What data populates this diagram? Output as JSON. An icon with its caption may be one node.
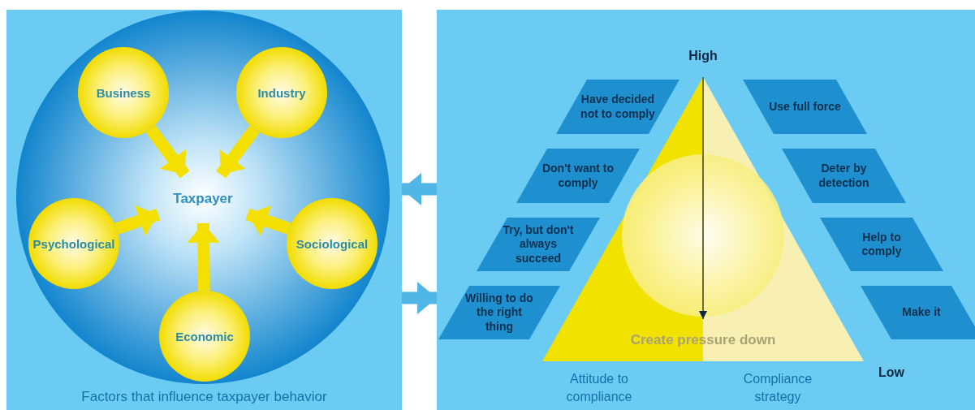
{
  "diagram": {
    "nodes": [
      {
        "text": [
          "Factors that influence taxpayer behavior"
        ]
      },
      {
        "text": [],
        "shape": "circle",
        "in": 0
      },
      {
        "text": [
          "Taxpayer"
        ],
        "in": 1
      },
      {
        "text": [
          "Business"
        ],
        "in": 1
      },
      {
        "text": [
          "Industry"
        ],
        "in": 1
      },
      {
        "text": [
          "Psychological"
        ],
        "in": 1
      },
      {
        "text": [
          "Sociological"
        ],
        "in": 1
      },
      {
        "text": [
          "Economic"
        ],
        "in": 1
      },
      {
        "text": [],
        "shape": "box"
      },
      {
        "text": [
          "Create pressure down"
        ],
        "in": 8
      },
      {
        "text": [
          "Have decided not to comply"
        ],
        "in": 8
      },
      {
        "text": [
          "Don't want to comply"
        ],
        "in": 8
      },
      {
        "text": [
          "Try, but don't always succeed"
        ],
        "in": 8
      },
      {
        "text": [
          "Willing to do the right thing"
        ],
        "in": 8
      },
      {
        "text": [
          "Use full force"
        ],
        "in": 8
      },
      {
        "text": [
          "Deter by detection"
        ],
        "in": 8
      },
      {
        "text": [
          "Help to comply"
        ],
        "in": 8
      },
      {
        "text": [
          "Make it"
        ],
        "in": 8
      }
    ],
    "edges": [
      {
        "from": 3,
        "to": 2,
        "arrow": "to"
      },
      {
        "from": 4,
        "to": 2,
        "arrow": "to"
      },
      {
        "from": 5,
        "to": 2,
        "arrow": "to"
      },
      {
        "from": 6,
        "to": 2,
        "arrow": "to"
      },
      {
        "from": 7,
        "to": 2,
        "arrow": "to"
      },
      {
        "from": 8,
        "to": 0,
        "arrow": "to",
        "color": "#4fb6e6"
      },
      {
        "from": 0,
        "to": 8,
        "arrow": "to",
        "color": "#4fb6e6"
      }
    ],
    "labels": [
      "High",
      "Low",
      "Attitude to compliance",
      "Compliance strategy"
    ]
  }
}
